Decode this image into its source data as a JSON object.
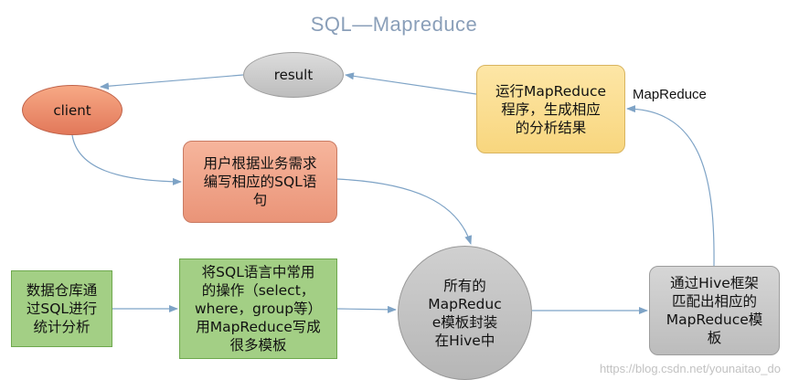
{
  "title": "SQL—Mapreduce",
  "nodes": {
    "result": "result",
    "client": "client",
    "run_mapreduce": "运行MapReduce\n程序，生成相应\n的分析结果",
    "user_sql": "用户根据业务需求\n编写相应的SQL语\n句",
    "warehouse": "数据仓库通\n过SQL进行\n统计分析",
    "convert": "将SQL语言中常用\n的操作（select，\nwhere，group等）\n用MapReduce写成\n很多模板",
    "all_templates": "所有的\nMapReduc\ne模板封装\n在Hive中",
    "hive_match": "通过Hive框架\n匹配出相应的\nMapReduce模\n板"
  },
  "edge_label": "MapReduce",
  "watermark": "https://blog.csdn.net/younaitao_do",
  "colors": {
    "title": "#8a9fb9",
    "arrow": "#7ea3c6",
    "gray": "#c8c8c8",
    "orange": "#e2785a",
    "yellow": "#f8d67e",
    "salmon": "#ea9478",
    "green": "#a3cf85"
  }
}
